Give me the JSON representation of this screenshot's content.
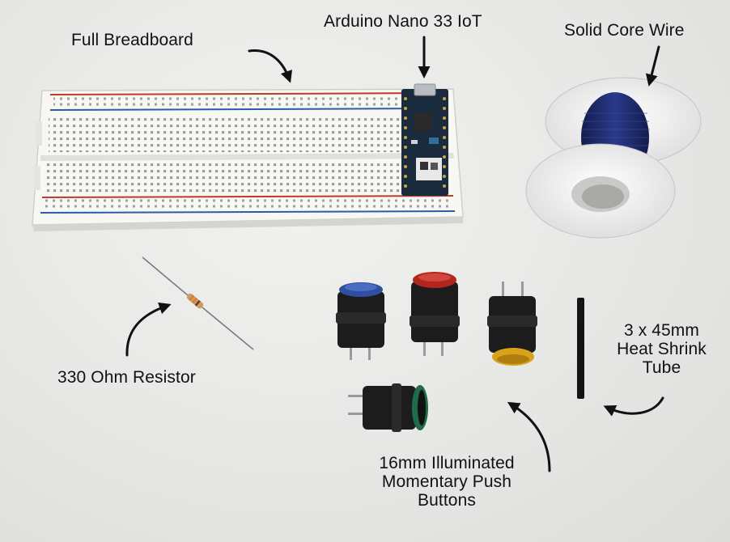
{
  "labels": {
    "breadboard": "Full Breadboard",
    "arduino": "Arduino Nano 33 IoT",
    "wire": "Solid Core Wire",
    "resistor": "330 Ohm Resistor",
    "heat_shrink": [
      "3 x 45mm",
      "Heat Shrink",
      "Tube"
    ],
    "buttons": [
      "16mm Illuminated",
      "Momentary Push",
      "Buttons"
    ]
  },
  "colors": {
    "background": "#e8e8e6",
    "breadboard": "#f7f7f4",
    "rail_red": "#c0392b",
    "rail_blue": "#2e5aa8",
    "arduino_board": "#1b2b3e",
    "wire": "#1f2b6e",
    "spool": "#fafafa",
    "button_blue": "#2f4fa0",
    "button_red": "#b3261e",
    "button_yellow": "#d9a21b",
    "button_green": "#1f6b4a"
  }
}
